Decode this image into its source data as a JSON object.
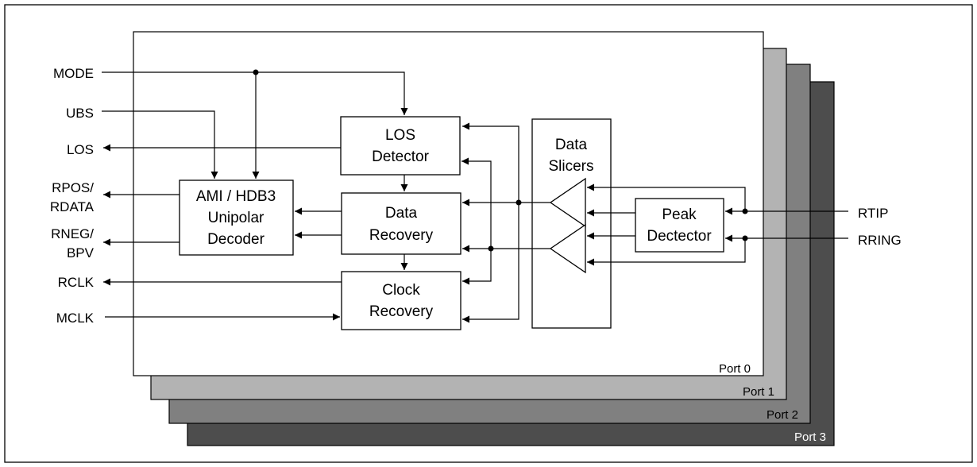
{
  "colors": {
    "port0": "#ffffff",
    "port1": "#b3b3b3",
    "port2": "#808080",
    "port3": "#4d4d4d",
    "line": "#000000"
  },
  "ports": [
    "Port 0",
    "Port 1",
    "Port 2",
    "Port 3"
  ],
  "signals": {
    "mode": "MODE",
    "ubs": "UBS",
    "los": "LOS",
    "rpos_line1": "RPOS/",
    "rpos_line2": "RDATA",
    "rneg_line1": "RNEG/",
    "rneg_line2": "BPV",
    "rclk": "RCLK",
    "mclk": "MCLK",
    "rtip": "RTIP",
    "rring": "RRING"
  },
  "blocks": {
    "los_detector": [
      "LOS",
      "Detector"
    ],
    "data_recovery": [
      "Data",
      "Recovery"
    ],
    "clock_recovery": [
      "Clock",
      "Recovery"
    ],
    "decoder": [
      "AMI / HDB3",
      "Unipolar",
      "Decoder"
    ],
    "data_slicers": [
      "Data",
      "Slicers"
    ],
    "peak_detector": [
      "Peak",
      "Dectector"
    ]
  }
}
